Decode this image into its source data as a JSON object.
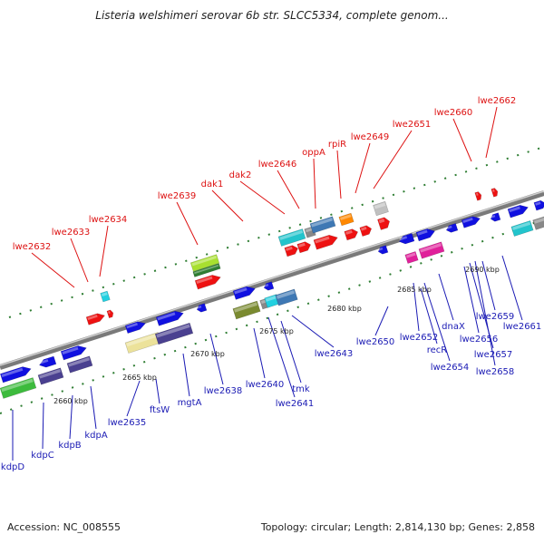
{
  "title": "Listeria welshimeri serovar 6b str. SLCC5334, complete genom...",
  "footer": {
    "accession": "Accession: NC_008555",
    "summary": "Topology: circular; Length: 2,814,130 bp; Genes: 2,858"
  },
  "colors": {
    "upper_label": "#dd1111",
    "lower_label": "#1a1ab4",
    "axis": "#888888",
    "dot": "#2e7d32"
  },
  "scale_ticks": [
    "2660 kbp",
    "2665 kbp",
    "2670 kbp",
    "2675 kbp",
    "2680 kbp",
    "2685 kbp",
    "2690 kbp"
  ],
  "upper_genes": [
    "lwe2632",
    "lwe2633",
    "lwe2634",
    "lwe2639",
    "dak1",
    "dak2",
    "lwe2646",
    "oppA",
    "rpiR",
    "lwe2649",
    "lwe2651",
    "lwe2660",
    "lwe2662"
  ],
  "lower_genes": [
    "kdpD",
    "kdpC",
    "kdpB",
    "kdpA",
    "lwe2635",
    "ftsW",
    "mgtA",
    "lwe2638",
    "lwe2640",
    "lwe2641",
    "tmk",
    "lwe2643",
    "lwe2650",
    "lwe2652",
    "recR",
    "dnaX",
    "lwe2654",
    "lwe2656",
    "lwe2657",
    "lwe2658",
    "lwe2659",
    "lwe2661"
  ]
}
